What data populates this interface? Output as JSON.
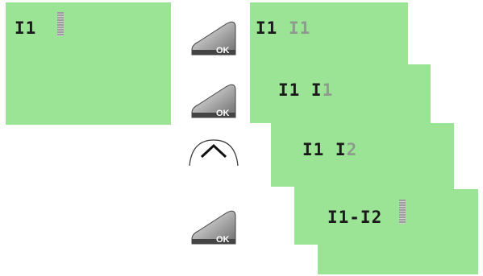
{
  "panels": [
    {
      "main": "I1 ",
      "cursor": true
    },
    {
      "main": "I1",
      "dim": " I1"
    },
    {
      "main": "I1 I",
      "dim": "1"
    },
    {
      "main": "I1 I",
      "dim": "2"
    },
    {
      "main": "I1-I2 ",
      "cursor": true
    }
  ],
  "buttons": {
    "ok_label": "OK"
  }
}
